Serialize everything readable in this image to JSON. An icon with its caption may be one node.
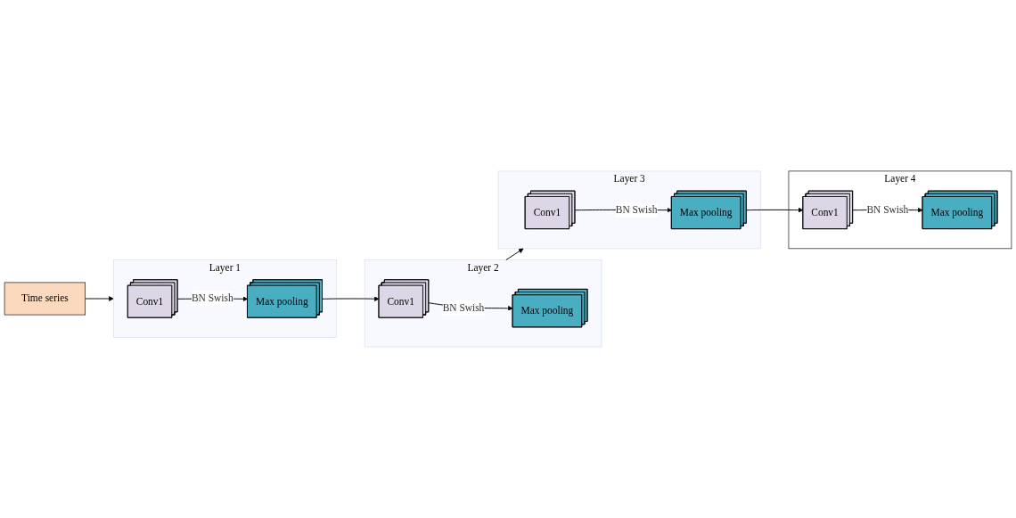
{
  "diagram": {
    "nodes": [
      {
        "text": [
          "Time series"
        ]
      },
      {
        "text": [
          "Layer 1"
        ]
      },
      {
        "text": [
          "Conv1"
        ],
        "in": 1
      },
      {
        "text": [
          "Max pooling"
        ],
        "in": 1
      },
      {
        "text": [
          "Layer 2"
        ]
      },
      {
        "text": [
          "Conv1"
        ],
        "in": 4
      },
      {
        "text": [
          "Max pooling"
        ],
        "in": 4
      },
      {
        "text": [
          "Layer 3"
        ]
      },
      {
        "text": [
          "Conv1"
        ],
        "in": 7
      },
      {
        "text": [
          "Max pooling"
        ],
        "in": 7
      },
      {
        "text": [
          "Layer 4"
        ]
      },
      {
        "text": [
          "Conv1"
        ],
        "in": 10
      },
      {
        "text": [
          "Max pooling"
        ],
        "in": 10
      }
    ],
    "edges": [
      {
        "from": 0,
        "to": 1,
        "arrow": "to"
      },
      {
        "from": 2,
        "to": 3,
        "arrow": "to",
        "label": "BN Swish"
      },
      {
        "from": 3,
        "to": 5,
        "arrow": "to"
      },
      {
        "from": 5,
        "to": 6,
        "arrow": "to",
        "label": "BN Swish"
      },
      {
        "from": 4,
        "to": 7,
        "arrow": "to"
      },
      {
        "from": 8,
        "to": 9,
        "arrow": "to",
        "label": "BN Swish"
      },
      {
        "from": 9,
        "to": 11,
        "arrow": "to"
      },
      {
        "from": 11,
        "to": 12,
        "arrow": "to",
        "label": "BN Swish"
      }
    ]
  }
}
